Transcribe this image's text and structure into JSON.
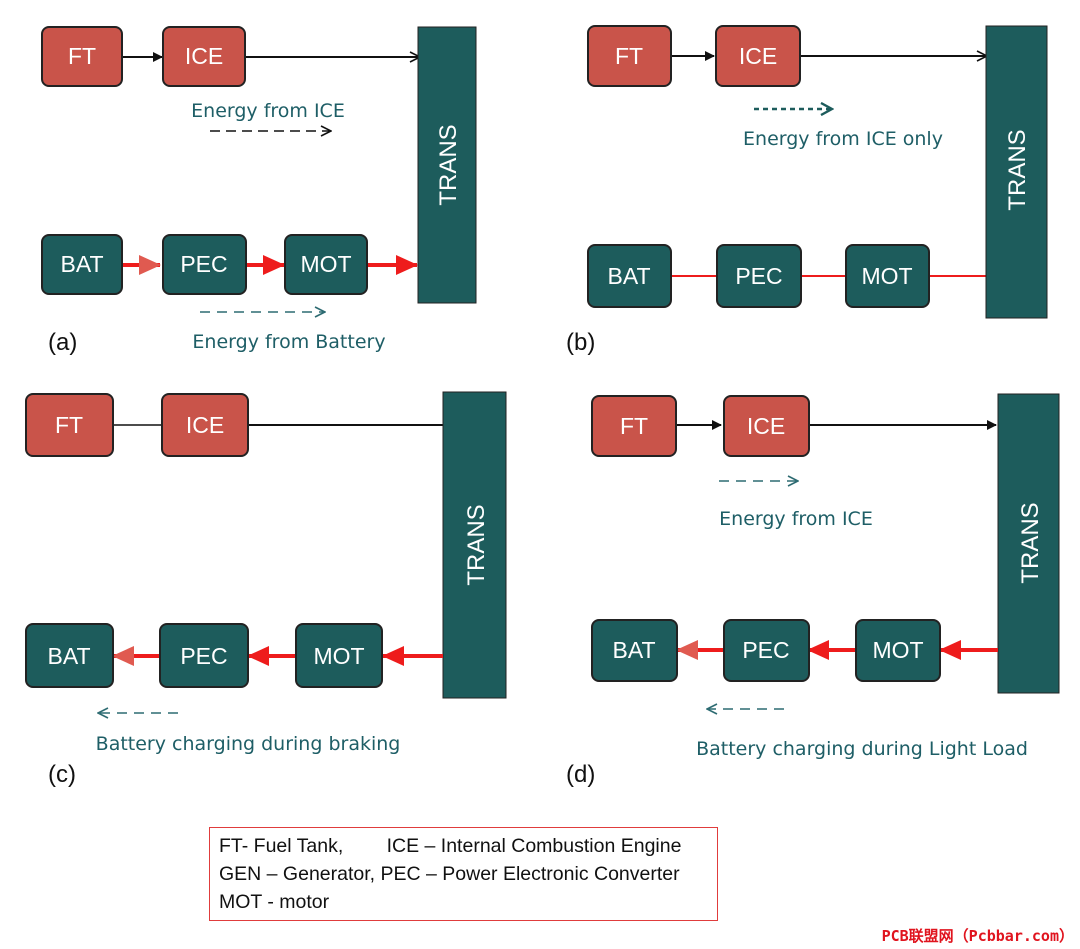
{
  "blocks": {
    "ft": "FT",
    "ice": "ICE",
    "bat": "BAT",
    "pec": "PEC",
    "mot": "MOT",
    "trans": "TRANS"
  },
  "panels": {
    "a": {
      "label": "(a)",
      "caption_top": "Energy from ICE",
      "caption_bottom": "Energy from Battery"
    },
    "b": {
      "label": "(b)",
      "caption_top": "Energy from ICE only"
    },
    "c": {
      "label": "(c)",
      "caption_bottom": "Battery charging during braking"
    },
    "d": {
      "label": "(d)",
      "caption_top": "Energy from ICE",
      "caption_bottom": "Battery charging during Light Load"
    }
  },
  "legend": {
    "line1": "FT- Fuel Tank,        ICE – Internal Combustion Engine",
    "line2": "GEN – Generator, PEC – Power Electronic Converter",
    "line3": "MOT - motor"
  },
  "watermark": "PCB联盟网（Pcbbar.com）",
  "colors": {
    "engine_block": "#c9544a",
    "electric_block": "#1d5c5c",
    "power_arrow": "#ee1c1c",
    "caption_text": "#1e5e66"
  }
}
